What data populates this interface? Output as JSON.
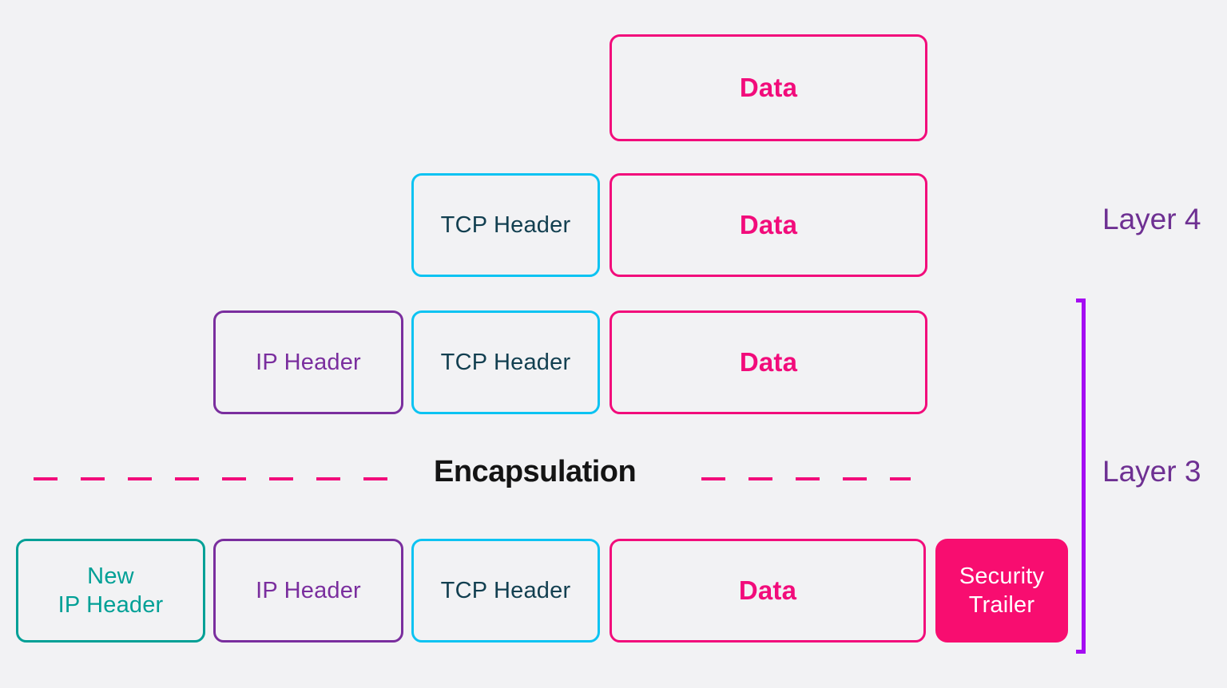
{
  "colors": {
    "background": "#F2F2F4",
    "pink": "#F20C7B",
    "pink_fill": "#F80D70",
    "cyan": "#0CC3F2",
    "tcp_text": "#123F50",
    "purple": "#7A2E9E",
    "teal": "#00A096",
    "layer_label": "#6E3092",
    "bracket": "#A50DF2",
    "encapsulation_text": "#141414"
  },
  "rows": [
    {
      "name": "row-1",
      "boxes": [
        {
          "type": "data",
          "label": "Data"
        }
      ]
    },
    {
      "name": "row-2",
      "boxes": [
        {
          "type": "tcp",
          "label": "TCP Header"
        },
        {
          "type": "data",
          "label": "Data"
        }
      ]
    },
    {
      "name": "row-3",
      "boxes": [
        {
          "type": "ip",
          "label": "IP Header"
        },
        {
          "type": "tcp",
          "label": "TCP Header"
        },
        {
          "type": "data",
          "label": "Data"
        }
      ]
    },
    {
      "name": "row-4",
      "boxes": [
        {
          "type": "new-ip",
          "label": "New\nIP Header"
        },
        {
          "type": "ip",
          "label": "IP Header"
        },
        {
          "type": "tcp",
          "label": "TCP Header"
        },
        {
          "type": "data",
          "label": "Data"
        },
        {
          "type": "security",
          "label": "Security\nTrailer"
        }
      ]
    }
  ],
  "annotations": {
    "layer4": "Layer 4",
    "layer3": "Layer 3",
    "encapsulation": "Encapsulation"
  }
}
